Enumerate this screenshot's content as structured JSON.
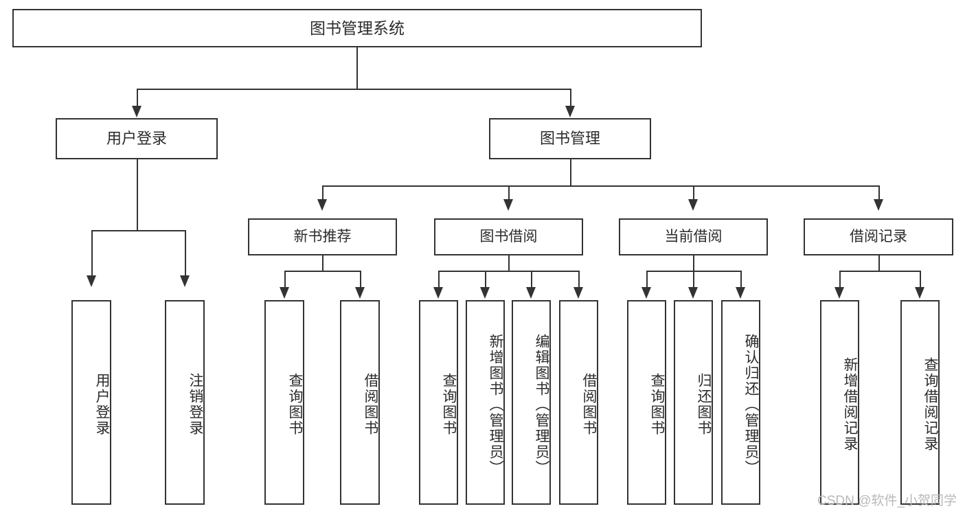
{
  "diagram": {
    "title": "图书管理系统",
    "type": "hierarchy-tree",
    "root": {
      "label": "图书管理系统"
    },
    "level2": [
      {
        "label": "用户登录"
      },
      {
        "label": "图书管理"
      }
    ],
    "level3": [
      {
        "label": "新书推荐"
      },
      {
        "label": "图书借阅"
      },
      {
        "label": "当前借阅"
      },
      {
        "label": "借阅记录"
      }
    ],
    "leaves": {
      "user_login": [
        {
          "label": "用户登录"
        },
        {
          "label": "注销登录"
        }
      ],
      "new_book_recommend": [
        {
          "label": "查询图书"
        },
        {
          "label": "借阅图书"
        }
      ],
      "book_borrow": [
        {
          "label": "查询图书"
        },
        {
          "label": "新增图书（管理员）"
        },
        {
          "label": "编辑图书（管理员）"
        },
        {
          "label": "借阅图书"
        }
      ],
      "current_borrow": [
        {
          "label": "查询图书"
        },
        {
          "label": "归还图书"
        },
        {
          "label": "确认归还（管理员）"
        }
      ],
      "borrow_record": [
        {
          "label": "新增借阅记录"
        },
        {
          "label": "查询借阅记录"
        }
      ]
    }
  },
  "watermark": {
    "text": "CSDN @软件_小贺同学"
  },
  "colors": {
    "stroke": "#333333",
    "text": "#2b2b2b",
    "background": "#ffffff",
    "watermark": "#b9b9b9"
  }
}
